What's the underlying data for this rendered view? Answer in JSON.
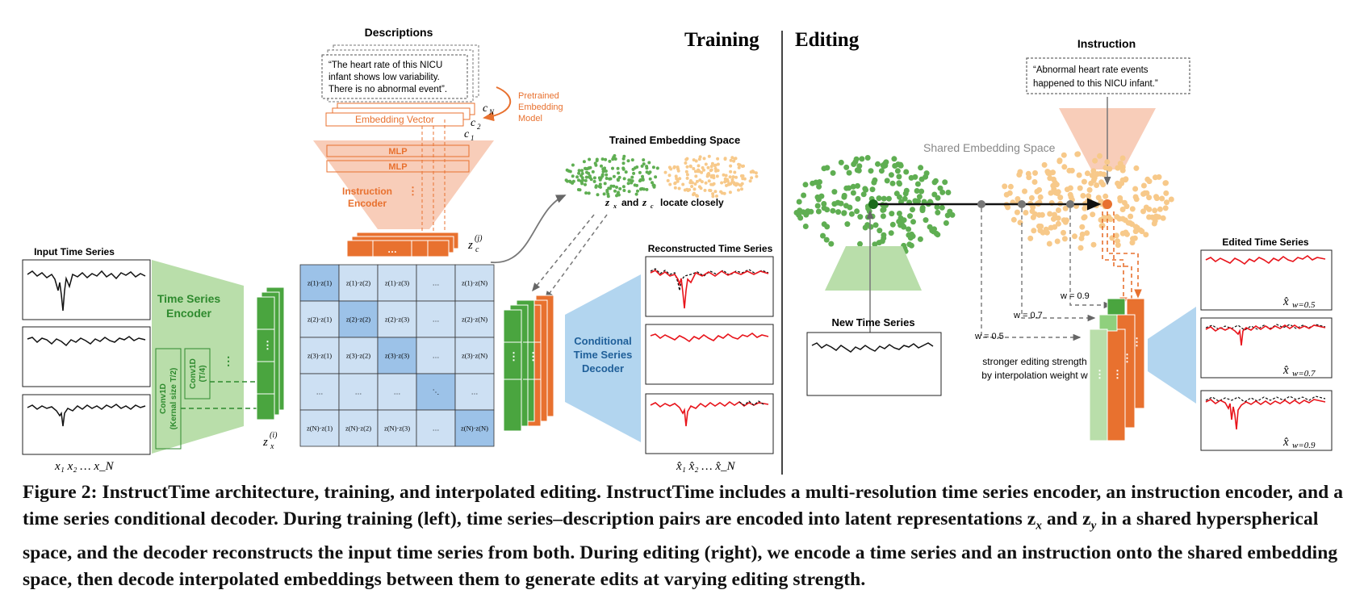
{
  "training": {
    "title": "Training",
    "descriptions": {
      "title": "Descriptions",
      "quote_line1": "“The heart rate of this NICU",
      "quote_line2": "infant shows low variability.",
      "quote_line3": "There is no abnormal event”."
    },
    "pretrained_model": [
      "Pretrained",
      "Embedding",
      "Model"
    ],
    "embedding_vector": "Embedding  Vector",
    "c_labels": [
      "c",
      "c",
      "c"
    ],
    "c_subs": [
      "N",
      "2",
      "1"
    ],
    "mlp": [
      "MLP",
      "MLP"
    ],
    "instruction_encoder": [
      "Instruction",
      "Encoder"
    ],
    "zc_label": "z",
    "zc_sub": "c",
    "zc_sup": "(j)",
    "input_series_title": "Input Time Series",
    "x_labels": "x₁ x₂ …  x_N",
    "ts_encoder": [
      "Time Series",
      "Encoder"
    ],
    "conv1": [
      "Conv1D",
      "(Kernal size T/2)"
    ],
    "conv2": [
      "Conv1D",
      "(T/4)"
    ],
    "zx_label": "z",
    "zx_sub": "x",
    "zx_sup": "(i)",
    "trained_space_title": "Trained Embedding Space",
    "locate_closely": "locate closely",
    "reconstructed_title": "Reconstructed Time Series",
    "decoder": [
      "Conditional",
      "Time Series",
      "Decoder"
    ],
    "xhat_labels": "x̂₁ x̂₂ …  x̂_N",
    "matrix_rows": [
      "(1)",
      "(2)",
      "(3)",
      "…",
      "(N)"
    ],
    "matrix_cols": [
      "(1)",
      "(2)",
      "(3)",
      "…",
      "(N)"
    ]
  },
  "editing": {
    "title": "Editing",
    "instruction_title": "Instruction",
    "instruction_quote_line1": "“Abnormal heart rate events",
    "instruction_quote_line2": "happened to this NICU infant.”",
    "shared_space": "Shared Embedding Space",
    "new_series": "New Time Series",
    "w_labels": [
      "w = 0.9",
      "w = 0.7",
      "w = 0.5"
    ],
    "stronger_line1": "stronger editing strength",
    "stronger_line2": "by interpolation weight w",
    "edited_title": "Edited Time Series",
    "xhat_w": [
      "w=0.5",
      "w=0.7",
      "w=0.9"
    ]
  },
  "caption": {
    "lead": "Figure 2:",
    "text": " InstructTime architecture, training, and interpolated editing. InstructTime includes a multi-resolution time series encoder, an instruction encoder, and a time series conditional decoder. During training (left), time series–description pairs are encoded into latent representations z",
    "sub_x": "x",
    "and": " and z",
    "sub_y": "y",
    "text2": " in a shared hyperspherical space, and the decoder reconstructs the input time series from both. During editing (right), we encode a time series and an instruction onto the shared embedding space, then decode interpolated embeddings between them to generate edits at varying editing strength."
  },
  "colors": {
    "green": "#3f9a3f",
    "orange": "#e8712f",
    "peach": "#f6cbb8",
    "lightgreen": "#b9deaa",
    "blue": "#aacde8",
    "matrix_light": "#cde0f3",
    "matrix_dark": "#9cc2e8",
    "red": "#e8141b"
  }
}
